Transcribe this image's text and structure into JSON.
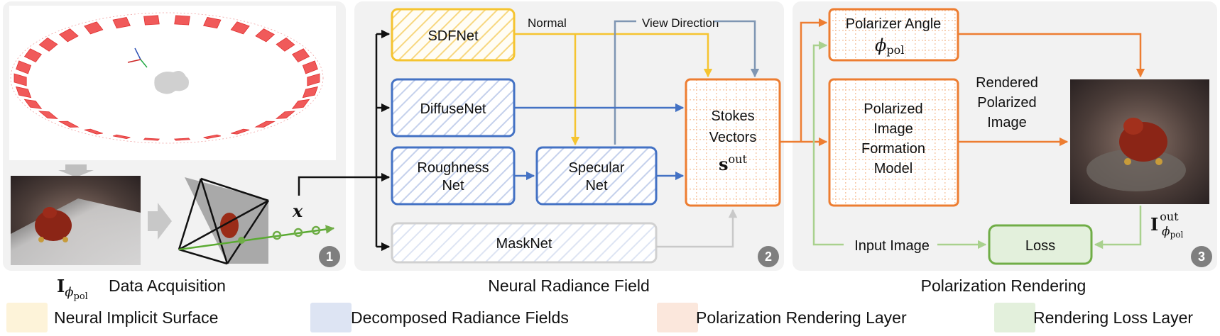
{
  "panels": {
    "data_acquisition": {
      "title": "Data Acquisition",
      "symbol_main": "I",
      "symbol_sub": "ϕ",
      "symbol_subsub": "pol",
      "point_symbol": "x",
      "number": "1"
    },
    "neural_radiance_field": {
      "title": "Neural Radiance Field",
      "number": "2",
      "normal_label": "Normal",
      "view_direction_label": "View Direction",
      "sdfnet": "SDFNet",
      "diffusenet": "DiffuseNet",
      "roughness_line1": "Roughness",
      "roughness_line2": "Net",
      "specular_line1": "Specular",
      "specular_line2": "Net",
      "masknet": "MaskNet",
      "stokes_line1": "Stokes",
      "stokes_line2": "Vectors",
      "stokes_symbol": "s",
      "stokes_sup": "out"
    },
    "polarization_rendering": {
      "title": "Polarization Rendering",
      "number": "3",
      "polarizer_line1": "Polarizer Angle",
      "polarizer_sym": "ϕ",
      "polarizer_sub": "pol",
      "pifm_line1": "Polarized",
      "pifm_line2": "Image",
      "pifm_line3": "Formation",
      "pifm_line4": "Model",
      "rendered_line1": "Rendered",
      "rendered_line2": "Polarized",
      "rendered_line3": "Image",
      "input_image": "Input Image",
      "loss": "Loss",
      "out_symbol": "I",
      "out_sup": "out",
      "out_sub": "ϕ",
      "out_subsub": "pol"
    }
  },
  "legend": [
    {
      "label": "Neural Implicit Surface",
      "color": "#fdf3d9"
    },
    {
      "label": "Decomposed Radiance Fields",
      "color": "#dde4f3"
    },
    {
      "label": "Polarization Rendering Layer",
      "color": "#fbe7dc"
    },
    {
      "label": "Rendering Loss Layer",
      "color": "#e3f0dc"
    }
  ],
  "colors": {
    "yellow": "#f5c430",
    "blue": "#4472c4",
    "orange": "#ed7d31",
    "green": "#70ad47",
    "gray": "#c9c9c9",
    "panel_bg": "#f2f2f2",
    "steel": "#7f96b3"
  }
}
